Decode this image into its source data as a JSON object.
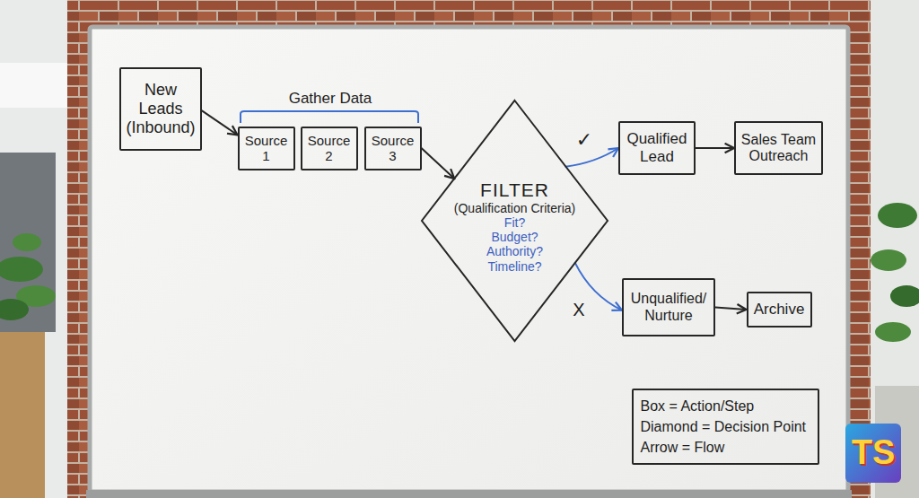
{
  "diagram": {
    "nodes": [
      {
        "text": [
          "New Leads (Inbound)"
        ]
      },
      {
        "text": [
          "Source 1"
        ]
      },
      {
        "text": [
          "Source 2"
        ]
      },
      {
        "text": [
          "Source 3"
        ]
      },
      {
        "text": [
          "FILTER",
          "(Qualification Criteria)",
          "Fit? Budget? Authority? Timeline?"
        ]
      },
      {
        "text": [
          "Qualified Lead"
        ]
      },
      {
        "text": [
          "Sales Team Outreach"
        ]
      },
      {
        "text": [
          "Unqualified/ Nurture"
        ]
      },
      {
        "text": [
          "Archive"
        ]
      },
      {
        "text": [
          "Box = Action/Step",
          "Diamond = Decision Point",
          "Arrow = Flow"
        ]
      }
    ],
    "edges": [
      {
        "from": 0,
        "to": 1,
        "arrow": "to"
      },
      {
        "from": 3,
        "to": 4,
        "arrow": "to"
      },
      {
        "from": 4,
        "to": 5,
        "arrow": "to"
      },
      {
        "from": 5,
        "to": 6,
        "arrow": "to"
      },
      {
        "from": 4,
        "to": 7,
        "arrow": "to"
      },
      {
        "from": 7,
        "to": 8,
        "arrow": "to"
      }
    ],
    "labels": [
      "Gather Data",
      "✓",
      "X",
      "TS"
    ]
  }
}
